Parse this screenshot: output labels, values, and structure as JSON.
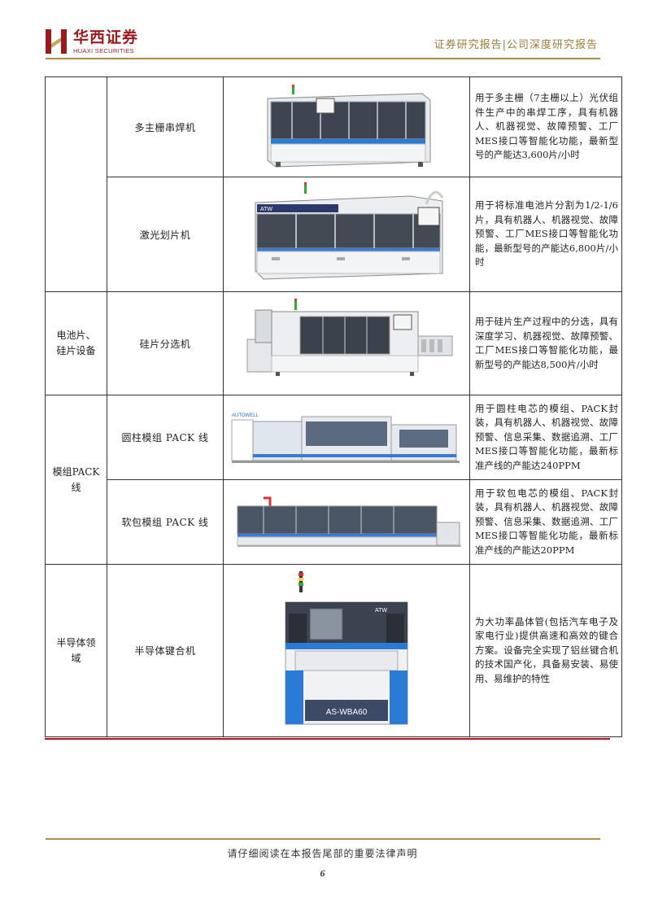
{
  "header": {
    "brand_cn": "华西证券",
    "brand_en": "HUAXI SECURITIES",
    "report_type": "证券研究报告|公司深度研究报告"
  },
  "table": {
    "rows": [
      {
        "category": "",
        "name": "多主栅串焊机",
        "desc": "用于多主栅（7主栅以上）光伏组件生产中的串焊工序，具有机器人、机器视觉、故障预警、工厂MES接口等智能化功能，最新型号的产能达3,600片/小时"
      },
      {
        "category": "",
        "name": "激光划片机",
        "desc": "用于将标准电池片分割为1/2-1/6片，具有机器人、机器视觉、故障预警、工厂MES接口等智能化功能，最新型号的产能达6,800片/小时"
      },
      {
        "category": "电池片、硅片设备",
        "name": "硅片分选机",
        "desc": "用于硅片生产过程中的分选，具有深度学习、机器视觉、故障预警、工厂MES接口等智能化功能，最新型号的产能达8,500片/小时"
      },
      {
        "category": "模组PACK线",
        "name": "圆柱模组 PACK 线",
        "desc": "用于圆柱电芯的模组、PACK封装，具有机器人、机器视觉、故障预警、信息采集、数据追溯、工厂MES接口等智能化功能，最新标准产线的产能达240PPM"
      },
      {
        "category": "",
        "name": "软包模组 PACK 线",
        "desc": "用于软包电芯的模组、PACK封装，具有机器人、机器视觉、故障预警、信息采集、数据追溯、工厂MES接口等智能化功能，最新标准产线的产能达20PPM"
      },
      {
        "category": "半导体领域",
        "name": "半导体键合机",
        "desc": "为大功率晶体管(包括汽车电子及家电行业)提供高速和高效的键合方案。设备完全实现了铝丝键合机的技术国产化，具备易安装、易使用、易维护的特性"
      }
    ]
  },
  "images": {
    "laser_label": "ATW",
    "bonder_label": "ATW",
    "bonder_model": "AS-WBA60",
    "pack_label": "AUTOWELL"
  },
  "footer": {
    "notice": "请仔细阅读在本报告尾部的重要法律声明",
    "page": "6"
  },
  "colors": {
    "brand": "#9a1b1e",
    "gold": "#b08a4a",
    "rule": "#b3121f"
  }
}
